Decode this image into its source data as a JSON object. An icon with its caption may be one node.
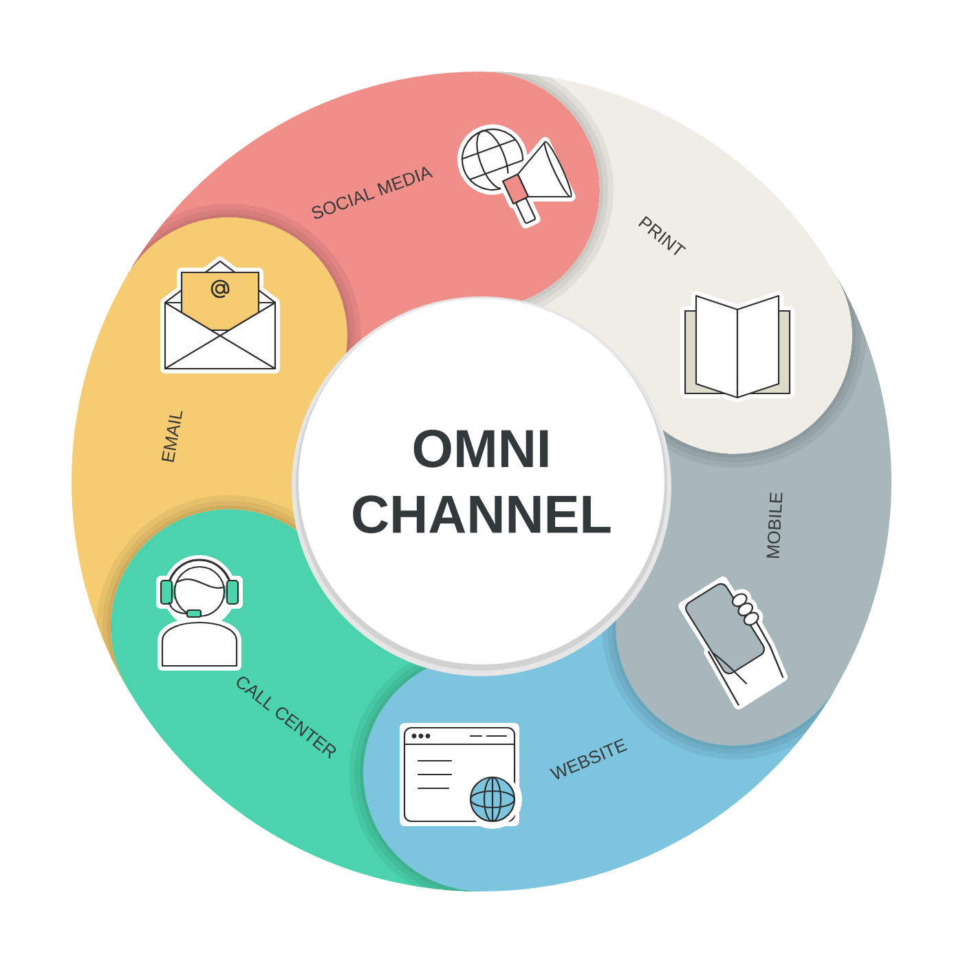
{
  "diagram": {
    "nodes": [
      {
        "text": [
          "OMNI CHANNEL"
        ]
      },
      {
        "text": [
          "SOCIAL MEDIA"
        ]
      },
      {
        "text": [
          "PRINT"
        ]
      },
      {
        "text": [
          "MOBILE"
        ]
      },
      {
        "text": [
          "WEBSITE"
        ]
      },
      {
        "text": [
          "CALL CENTER"
        ]
      },
      {
        "text": [
          "EMAIL"
        ]
      }
    ]
  }
}
